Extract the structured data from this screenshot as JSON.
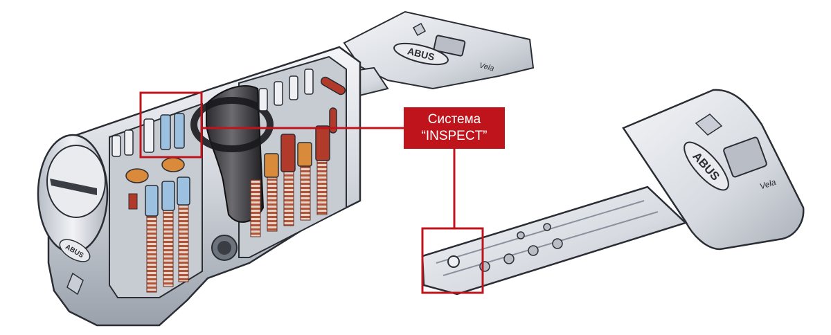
{
  "callout": {
    "line1": "Система",
    "line2": "“INSPECT”"
  },
  "cylinder": {
    "brand_mark": "ABUS"
  },
  "key_small": {
    "brand_mark": "ABUS",
    "model_mark": "Vela"
  },
  "key_large": {
    "brand_mark": "ABUS",
    "model_mark": "Vela"
  },
  "colors": {
    "accent": "#c0141c",
    "metal_light": "#eef0f4",
    "metal_mid": "#c9ced6",
    "metal_dark": "#8a919c",
    "outline": "#2a2d33",
    "pin_blue": "#9cc0e0",
    "pin_orange": "#d98a3a",
    "pin_red": "#b23a2a",
    "spring": "#b0553a"
  }
}
